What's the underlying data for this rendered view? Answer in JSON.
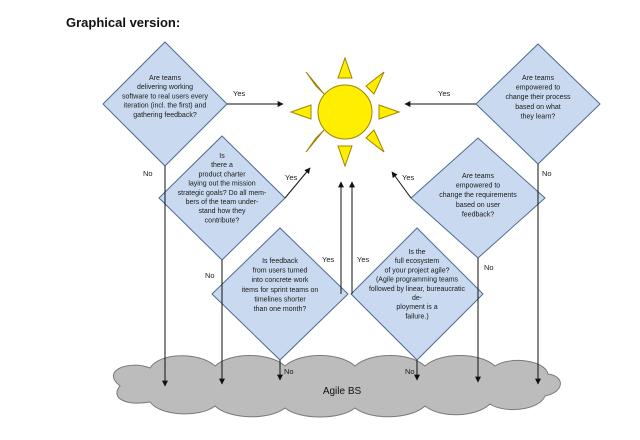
{
  "heading": "Graphical version:",
  "colors": {
    "diamond_fill": "#c9d9ef",
    "diamond_stroke": "#4e6a8e",
    "sun": "#ffee00",
    "cloud": "#bcbcbc"
  },
  "diamonds": [
    {
      "id": "d1",
      "lines": [
        "Are teams",
        "delivering working",
        "software to real users every",
        "iteration (incl. the first) and",
        "gathering feedback?"
      ]
    },
    {
      "id": "d2",
      "lines": [
        "Is",
        "there a",
        "product charter",
        "laying out the mission",
        "strategic goals? Do all mem-",
        "bers of the team under-",
        "stand how they",
        "contribute?"
      ]
    },
    {
      "id": "d3",
      "lines": [
        "Is feedback",
        "from users turned",
        "into concrete work",
        "items for sprint teams on",
        "timelines shorter",
        "than one month?"
      ]
    },
    {
      "id": "d4",
      "lines": [
        "Are teams",
        "empowered to",
        "change their process",
        "based on what",
        "they learn?"
      ]
    },
    {
      "id": "d5",
      "lines": [
        "Are teams",
        "empowered to",
        "change the requirements",
        "based on user",
        "feedback?"
      ]
    },
    {
      "id": "d6",
      "lines": [
        "Is the",
        "full ecosystem",
        "of your project agile?",
        "(Agile programming teams",
        "followed by linear, bureaucratic",
        "de-",
        "ployment is a",
        "failure.)"
      ]
    }
  ],
  "labels": {
    "yes": "Yes",
    "no": "No"
  },
  "cloud_label": "Agile BS"
}
